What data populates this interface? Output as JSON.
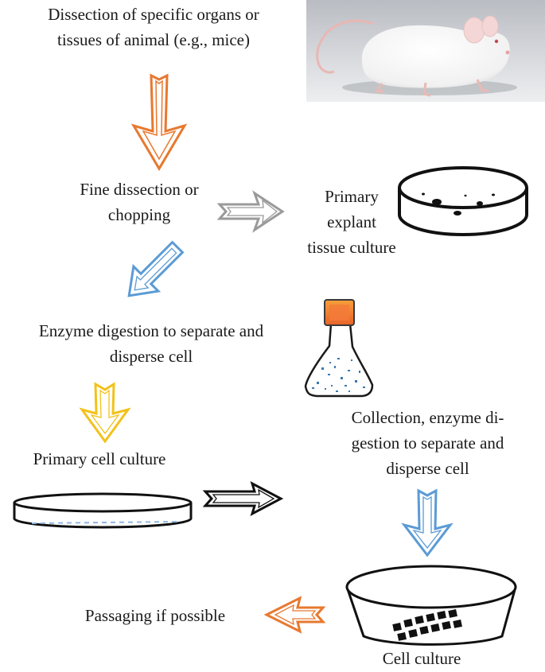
{
  "steps": {
    "dissection": {
      "line1": "Dissection of specific organs or",
      "line2": "tissues of animal (e.g., mice)"
    },
    "fine": {
      "line1": "Fine dissection or",
      "line2": "chopping"
    },
    "explant": {
      "line1": "Primary",
      "line2": "explant",
      "line3": "tissue culture"
    },
    "enzyme": {
      "line1": "Enzyme digestion to separate and",
      "line2": "disperse cell"
    },
    "primary_cell": {
      "line1": "Primary cell culture"
    },
    "collection": {
      "line1": "Collection, enzyme di-",
      "line2": "gestion to separate and",
      "line3": "disperse cell"
    },
    "passaging": {
      "line1": "Passaging if possible"
    },
    "cell_culture": {
      "line1": "Cell culture"
    }
  },
  "arrow_colors": {
    "orange": "#e8782f",
    "gray": "#9a9a9a",
    "blue": "#5b9bd5",
    "yellow": "#f2c21b",
    "black": "#111111"
  },
  "icons": [
    "mouse-photo-icon",
    "petri-dish-explant-icon",
    "flask-icon",
    "petri-dish-primary-icon",
    "petri-dish-cell-culture-icon"
  ]
}
